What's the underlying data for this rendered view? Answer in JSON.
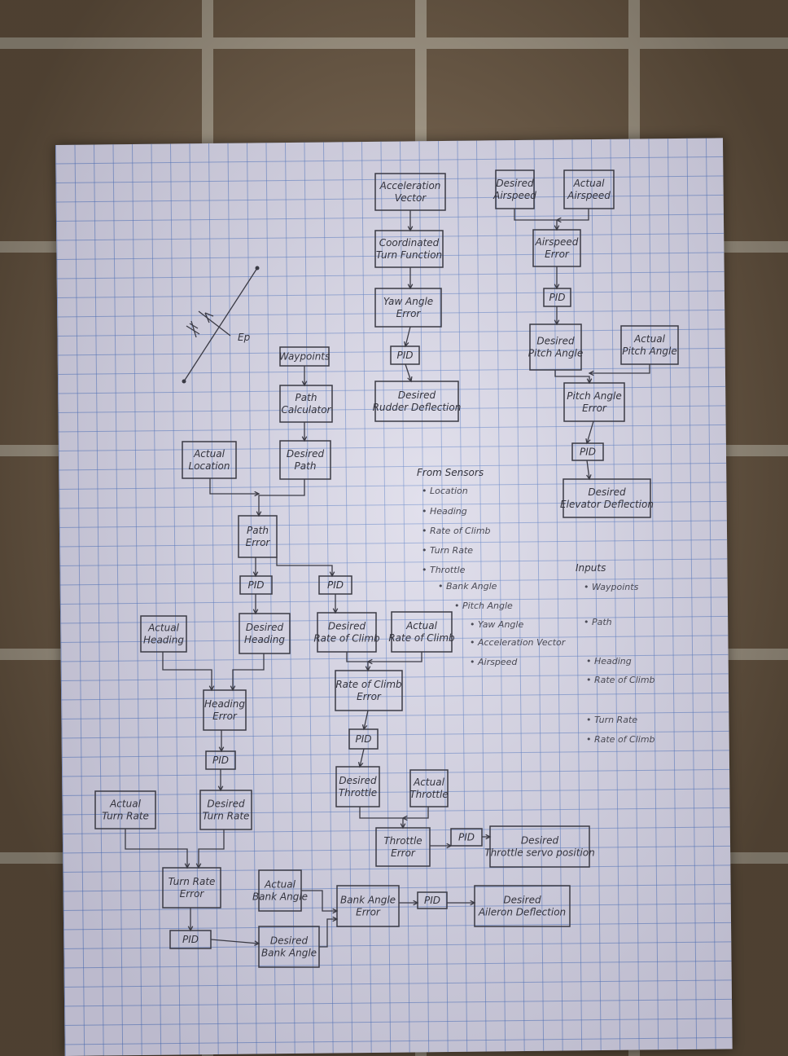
{
  "boxes": {
    "acceleration_vector": [
      "Acceleration",
      "Vector"
    ],
    "coordinated_turn": [
      "Coordinated",
      "Turn Function"
    ],
    "yaw_angle_error": [
      "Yaw Angle",
      "Error"
    ],
    "pid_yaw": [
      "PID"
    ],
    "desired_rudder": [
      "Desired",
      "Rudder Deflection"
    ],
    "desired_airspeed": [
      "Desired",
      "Airspeed"
    ],
    "actual_airspeed": [
      "Actual",
      "Airspeed"
    ],
    "airspeed_error": [
      "Airspeed",
      "Error"
    ],
    "pid_airspeed": [
      "PID"
    ],
    "desired_pitch_angle": [
      "Desired",
      "Pitch Angle"
    ],
    "actual_pitch_angle": [
      "Actual",
      "Pitch Angle"
    ],
    "pitch_angle_error": [
      "Pitch Angle",
      "Error"
    ],
    "pid_pitch": [
      "PID"
    ],
    "desired_elevator": [
      "Desired",
      "Elevator Deflection"
    ],
    "waypoints": [
      "Waypoints"
    ],
    "path_calculator": [
      "Path",
      "Calculator"
    ],
    "desired_path": [
      "Desired",
      "Path"
    ],
    "actual_location": [
      "Actual",
      "Location"
    ],
    "path_error": [
      "Path",
      "Error"
    ],
    "pid_path_heading": [
      "PID"
    ],
    "pid_path_climb": [
      "PID"
    ],
    "actual_heading": [
      "Actual",
      "Heading"
    ],
    "desired_heading": [
      "Desired",
      "Heading"
    ],
    "desired_rate_of_climb": [
      "Desired",
      "Rate of Climb"
    ],
    "actual_rate_of_climb": [
      "Actual",
      "Rate of Climb"
    ],
    "rate_of_climb_error": [
      "Rate of Climb",
      "Error"
    ],
    "pid_climb": [
      "PID"
    ],
    "desired_throttle": [
      "Desired",
      "Throttle"
    ],
    "actual_throttle": [
      "Actual",
      "Throttle"
    ],
    "throttle_error": [
      "Throttle",
      "Error"
    ],
    "pid_throttle": [
      "PID"
    ],
    "desired_throttle_servo": [
      "Desired",
      "Throttle servo position"
    ],
    "heading_error": [
      "Heading",
      "Error"
    ],
    "pid_heading": [
      "PID"
    ],
    "desired_turn_rate": [
      "Desired",
      "Turn Rate"
    ],
    "actual_turn_rate": [
      "Actual",
      "Turn Rate"
    ],
    "turn_rate_error": [
      "Turn Rate",
      "Error"
    ],
    "pid_turn": [
      "PID"
    ],
    "desired_bank_angle": [
      "Desired",
      "Bank Angle"
    ],
    "actual_bank_angle": [
      "Actual",
      "Bank Angle"
    ],
    "bank_angle_error": [
      "Bank Angle",
      "Error"
    ],
    "pid_bank": [
      "PID"
    ],
    "desired_aileron": [
      "Desired",
      "Aileron Deflection"
    ]
  },
  "from_sensors": {
    "title": "From Sensors",
    "items": [
      "• Location",
      "• Heading",
      "• Rate of Climb",
      "• Turn Rate",
      "• Throttle",
      "• Bank Angle",
      "• Pitch Angle",
      "• Yaw Angle",
      "• Acceleration Vector",
      "• Airspeed"
    ]
  },
  "inputs": {
    "title": "Inputs",
    "items": [
      "• Waypoints",
      "• Path",
      "• Heading",
      "• Rate of Climb",
      "• Turn Rate",
      "• Rate of Climb"
    ]
  },
  "sketch_label": "Ep"
}
